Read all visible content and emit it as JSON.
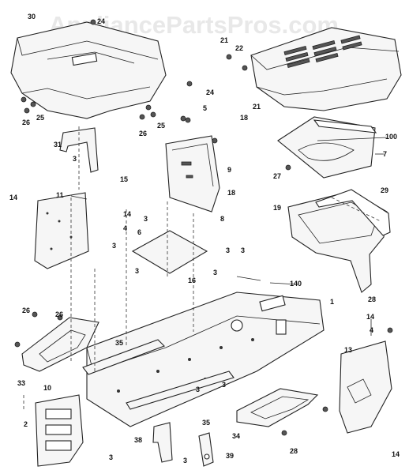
{
  "watermark": "AppliancePartsPros.com",
  "callouts": [
    "30",
    "24",
    "21",
    "22",
    "21",
    "18",
    "5",
    "26",
    "25",
    "24",
    "26",
    "25",
    "31",
    "3",
    "15",
    "9",
    "18",
    "100",
    "7",
    "27",
    "29",
    "14",
    "11",
    "14",
    "4",
    "3",
    "8",
    "3",
    "6",
    "3",
    "19",
    "3",
    "16",
    "140",
    "3",
    "1",
    "28",
    "26",
    "26",
    "35",
    "33",
    "10",
    "14",
    "4",
    "13",
    "2",
    "38",
    "3",
    "39",
    "35",
    "34",
    "28",
    "14",
    "3",
    "3",
    "3",
    "3"
  ]
}
